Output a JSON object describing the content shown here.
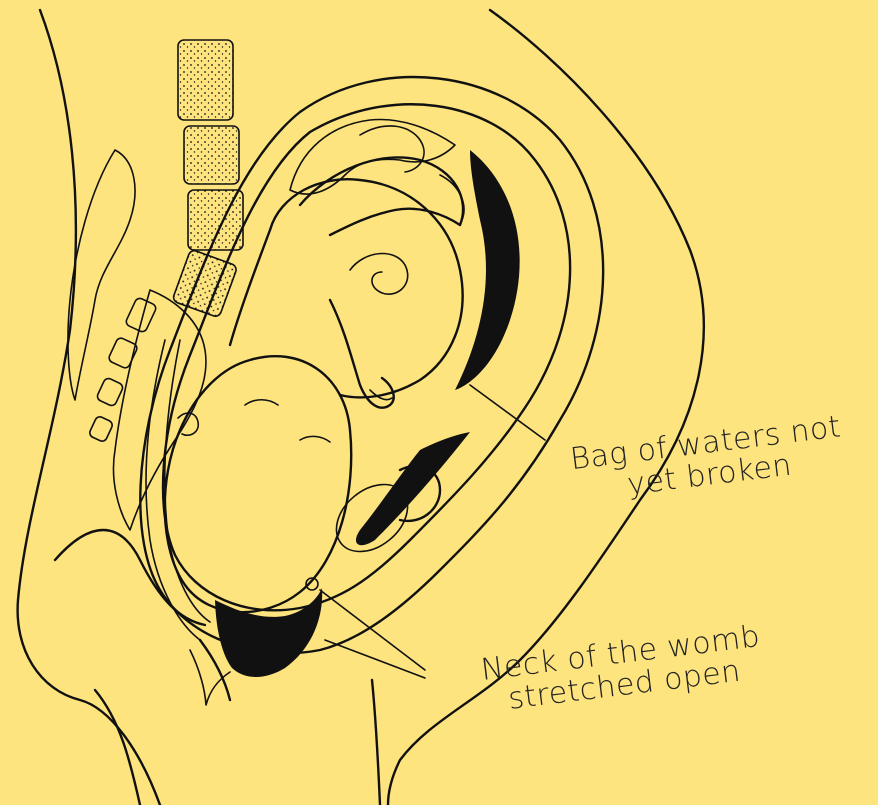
{
  "diagram": {
    "labels": {
      "bag_of_waters": [
        "Bag of waters not",
        "yet broken"
      ],
      "neck_of_womb": [
        "Neck of the womb",
        "stretched open"
      ]
    },
    "colors": {
      "background": "#fde47f",
      "ink": "#111111"
    }
  }
}
